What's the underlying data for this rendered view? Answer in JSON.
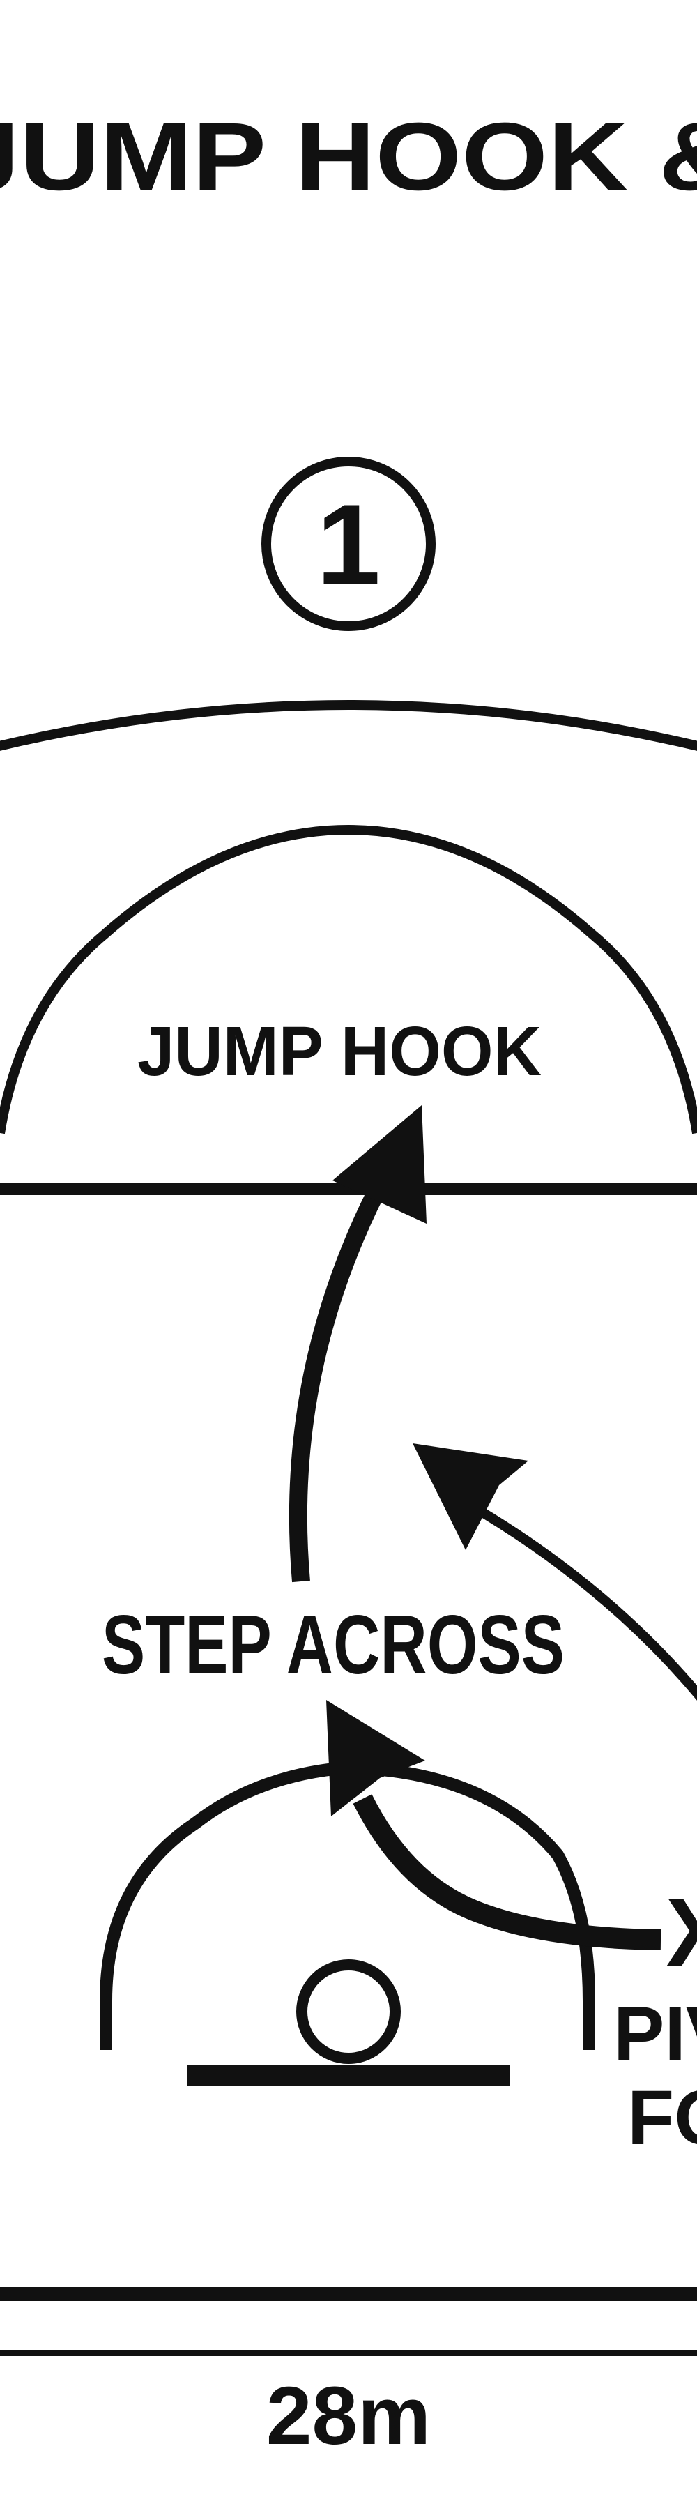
{
  "title": "JUMP HOOK &",
  "step_number": "1",
  "labels": {
    "jump_hook": "JUMP HOOK",
    "step_across": "STEP ACROSS",
    "pivot_foot_line1": "PIV",
    "pivot_foot_line2": "FO",
    "player_mark": "X"
  },
  "measurement": "28m",
  "colors": {
    "ink": "#111111",
    "background": "#ffffff"
  }
}
